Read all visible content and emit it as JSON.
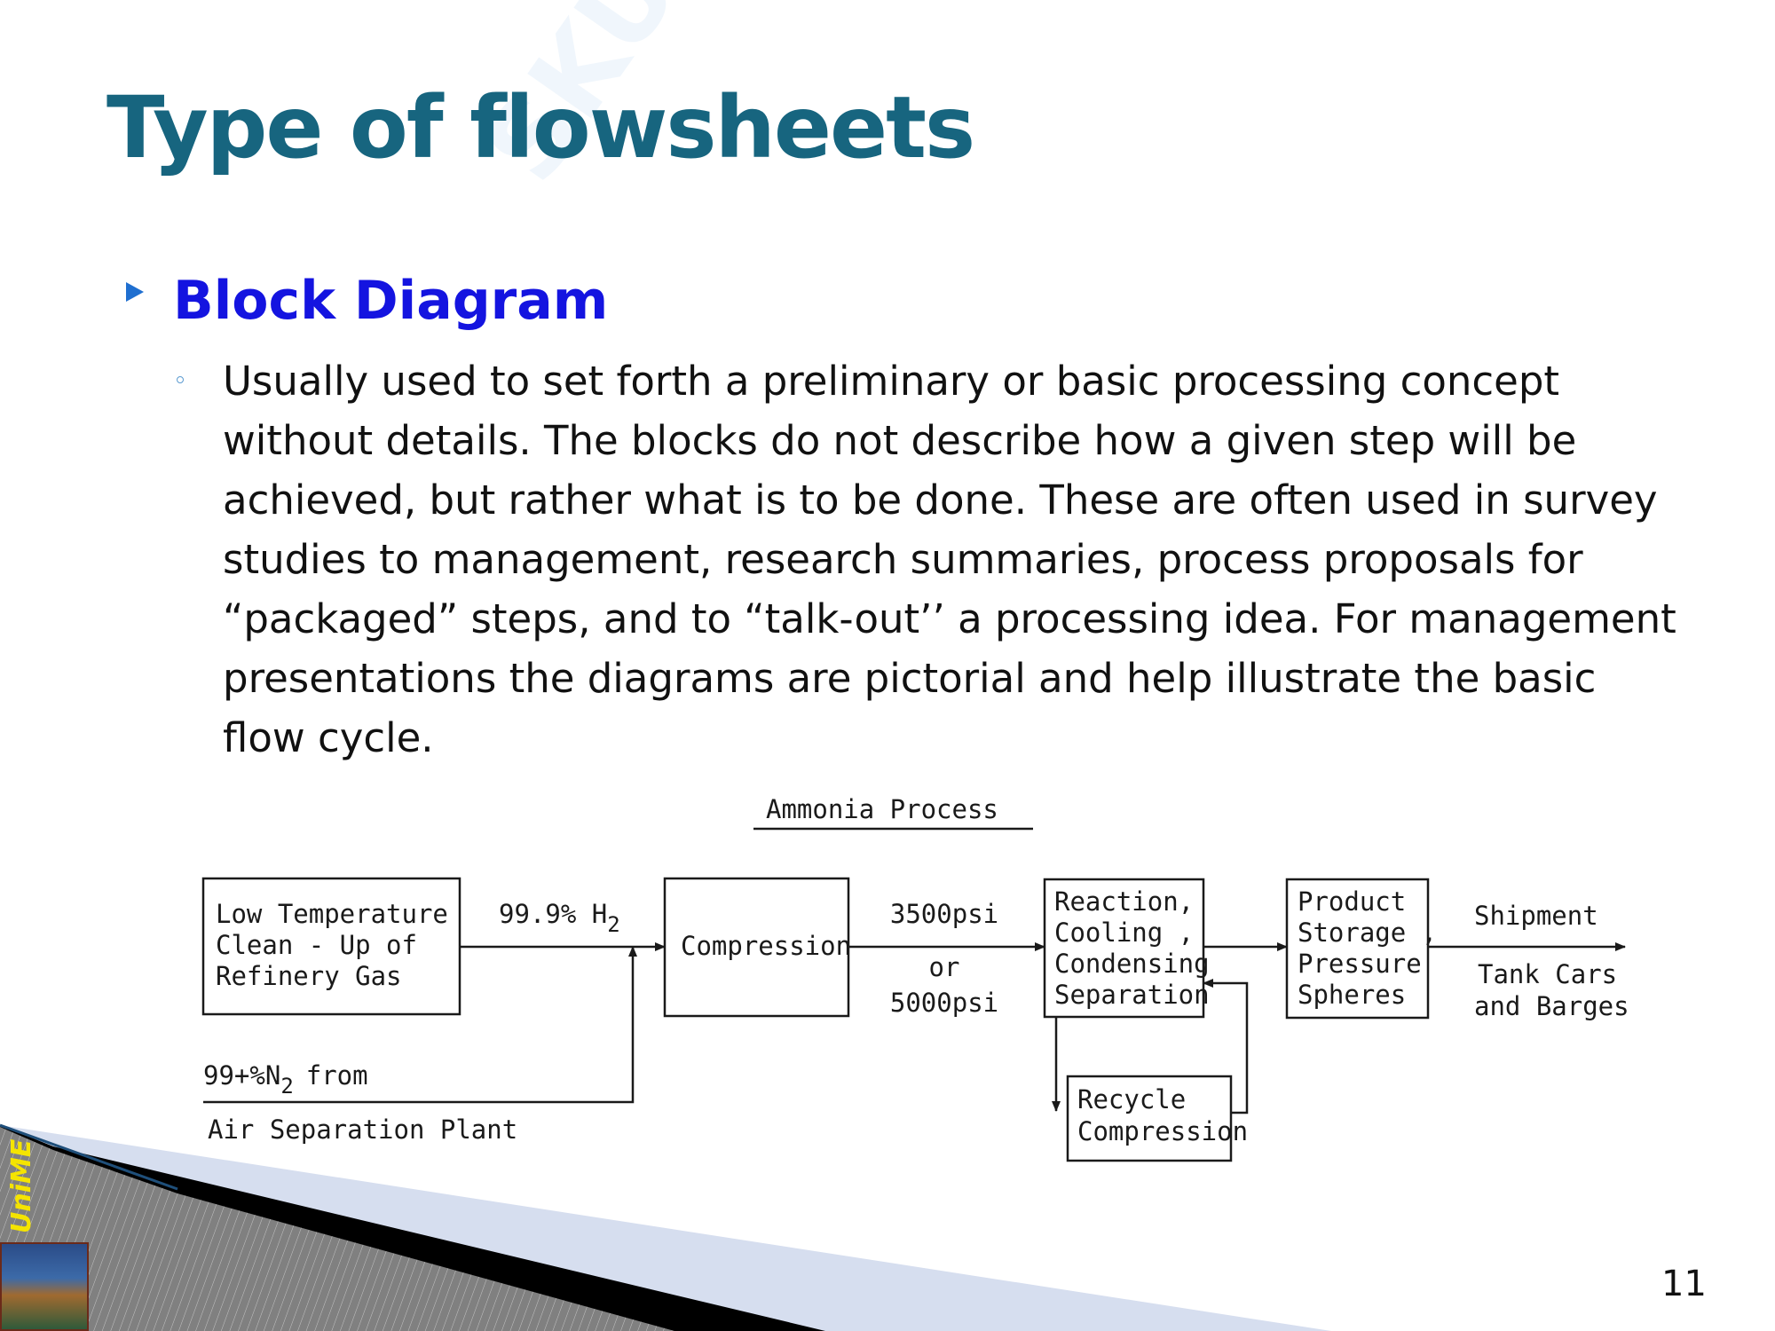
{
  "slide": {
    "title": "Type of flowsheets",
    "watermark": "Skuola.net il paradiso dello studente",
    "page_number": "11",
    "brand": "UniME"
  },
  "bullet": {
    "heading": "Block Diagram",
    "lines": [
      "Usually used to set forth a preliminary or basic processing concept",
      "without details. The blocks do not describe how a given step will be",
      "achieved, but rather what is to be done. These are often used in survey",
      "studies to management, research summaries, process proposals for",
      "“packaged” steps, and to “talk-out’’ a processing idea. For management",
      "presentations the diagrams are pictorial and help illustrate the basic",
      "flow cycle."
    ]
  },
  "diagram": {
    "title": "Ammonia Process",
    "box1": [
      "Low Temperature",
      "Clean - Up of",
      "Refinery Gas"
    ],
    "h2_label": "99.9% H",
    "h2_sub": "2",
    "n2_label": "99+%N",
    "n2_sub": "2",
    "n2_from": "from",
    "n2_source": "Air Separation Plant",
    "box2": "Compression",
    "pressure": [
      "3500psi",
      "or",
      "5000psi"
    ],
    "box3": [
      "Reaction,",
      "Cooling ,",
      "Condensing",
      "Separation"
    ],
    "box4": [
      "Product",
      "Storage ,",
      "Pressure",
      "Spheres"
    ],
    "recycle": [
      "Recycle",
      "Compression"
    ],
    "shipment": "Shipment",
    "shipment_modes": [
      "Tank Cars",
      "and Barges"
    ]
  }
}
